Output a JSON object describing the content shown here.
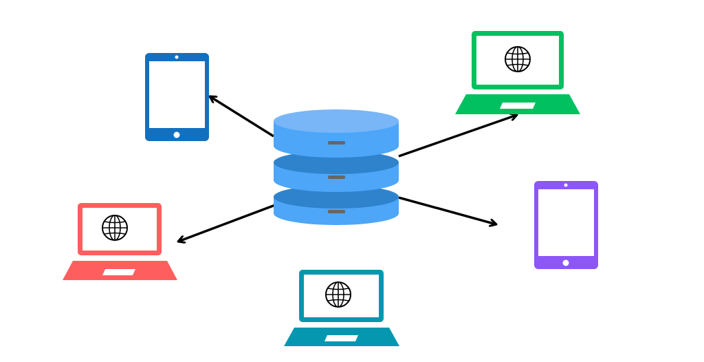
{
  "diagram": {
    "hub": {
      "icon": "database-icon",
      "colors": {
        "top": "#78b6f7",
        "body": "#4da6f8",
        "shadow": "#2f83cc",
        "slot": "#666666"
      }
    },
    "nodes": [
      {
        "id": "tablet-blue",
        "icon": "tablet-icon",
        "color": "#1370bf"
      },
      {
        "id": "laptop-green",
        "icon": "laptop-globe-icon",
        "color": "#00c060"
      },
      {
        "id": "laptop-red",
        "icon": "laptop-globe-icon",
        "color": "#ff5e5e"
      },
      {
        "id": "tablet-purple",
        "icon": "tablet-icon",
        "color": "#8c57f5"
      },
      {
        "id": "laptop-teal",
        "icon": "laptop-globe-icon",
        "color": "#0597b0"
      }
    ],
    "edges": [
      {
        "from": "hub",
        "to": "tablet-blue",
        "directed": true
      },
      {
        "from": "hub",
        "to": "laptop-green",
        "directed": true
      },
      {
        "from": "hub",
        "to": "laptop-red",
        "directed": true
      },
      {
        "from": "hub",
        "to": "tablet-purple",
        "directed": true
      }
    ],
    "arrow_color": "#000000"
  }
}
